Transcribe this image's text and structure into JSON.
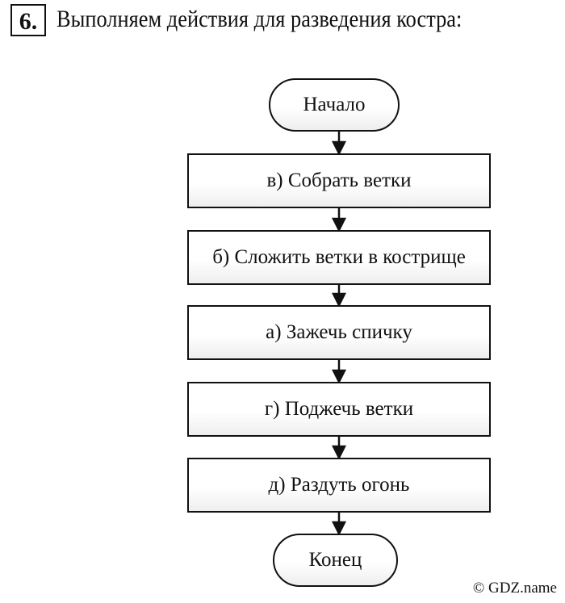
{
  "task": {
    "number": "6.",
    "title": "Выполняем действия для разведения костра:"
  },
  "flowchart": {
    "start": "Начало",
    "steps": [
      "в) Собрать ветки",
      "б) Сложить ветки в кострище",
      "а) Зажечь спичку",
      "г) Поджечь ветки",
      "д) Раздуть огонь"
    ],
    "end": "Конец"
  },
  "watermark": "© GDZ.name"
}
